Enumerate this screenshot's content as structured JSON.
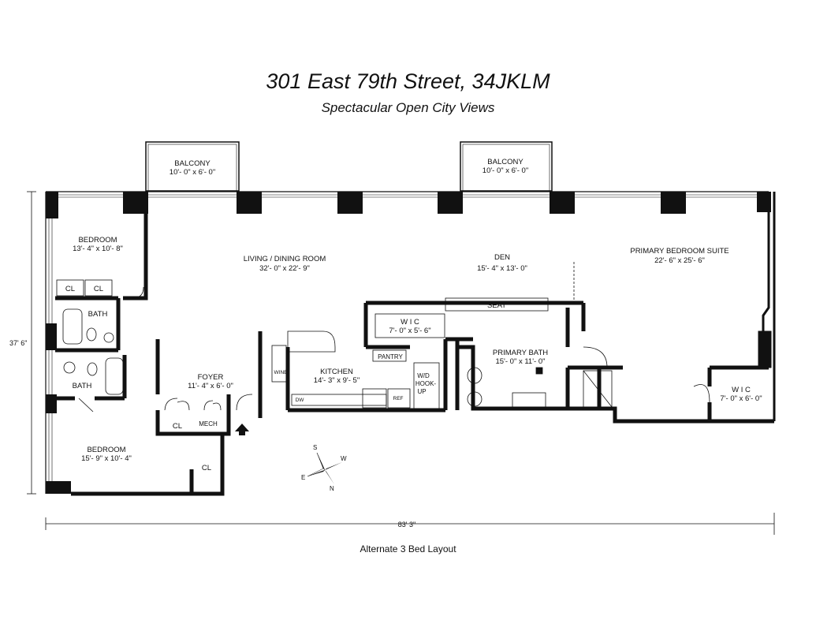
{
  "header": {
    "title": "301 East 79th Street, 34JKLM",
    "subtitle": "Spectacular Open City Views"
  },
  "footer": {
    "caption": "Alternate 3 Bed Layout"
  },
  "dimensions": {
    "overall_width": "83' 3\"",
    "overall_depth": "37' 6\""
  },
  "rooms": {
    "balcony_left": {
      "name": "BALCONY",
      "size": "10'- 0\" x 6'- 0\""
    },
    "balcony_right": {
      "name": "BALCONY",
      "size": "10'- 0\" x 6'- 0\""
    },
    "bedroom_top": {
      "name": "BEDROOM",
      "size": "13'- 4\" x 10'- 8\""
    },
    "living": {
      "name": "LIVING / DINING ROOM",
      "size": "32'- 0\" x 22'- 9\""
    },
    "den": {
      "name": "DEN",
      "size": "15'- 4\" x 13'- 0\""
    },
    "primary_suite": {
      "name": "PRIMARY BEDROOM SUITE",
      "size": "22'- 6\" x 25'- 6\""
    },
    "wic_1": {
      "name": "W I C",
      "size": "7'- 0\" x 5'- 6\""
    },
    "primary_bath": {
      "name": "PRIMARY BATH",
      "size": "15'- 0\" x 11'- 0\""
    },
    "kitchen": {
      "name": "KITCHEN",
      "size": "14'- 3\" x 9'- 5\""
    },
    "foyer": {
      "name": "FOYER",
      "size": "11'- 4\" x 6'- 0\""
    },
    "bedroom_bottom": {
      "name": "BEDROOM",
      "size": "15'- 9\" x 10'- 4\""
    },
    "wic_2": {
      "name": "W I C",
      "size": "7'- 0\" x 6'- 0\""
    }
  },
  "labels": {
    "cl": "CL",
    "bath": "BATH",
    "seat": "SEAT",
    "pantry": "PANTRY",
    "wine": "WINE",
    "wd_line1": "W/D",
    "wd_line2": "HOOK-",
    "wd_line3": "UP",
    "dw": "DW",
    "ref": "REF",
    "mech": "MECH"
  },
  "compass": {
    "n": "N",
    "s": "S",
    "e": "E",
    "w": "W"
  }
}
